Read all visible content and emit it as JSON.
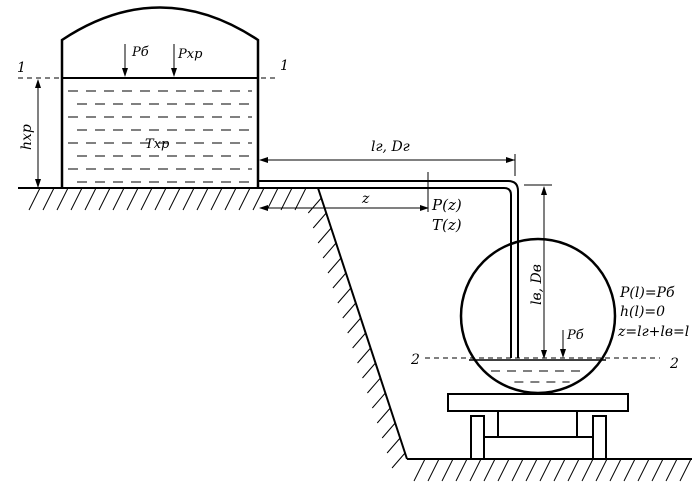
{
  "colors": {
    "line": "#000000",
    "background": "#ffffff"
  },
  "labels": {
    "section1_left": "1",
    "section1_right": "1",
    "section2_left": "2",
    "section2_right": "2",
    "p_b_tank": "Pб",
    "p_hr": "Pхр",
    "h_hr": "hхр",
    "t_hr": "Tхр",
    "pipe_horizontal": "lг, Dг",
    "z": "z",
    "p_z": "P(z)",
    "t_z": "T(z)",
    "pipe_vertical": "lв, Dв",
    "p_b_cistern": "Pб",
    "cond_p": "P(l)=Pб",
    "cond_h": "h(l)=0",
    "cond_z": "z=lг+lв=l"
  }
}
